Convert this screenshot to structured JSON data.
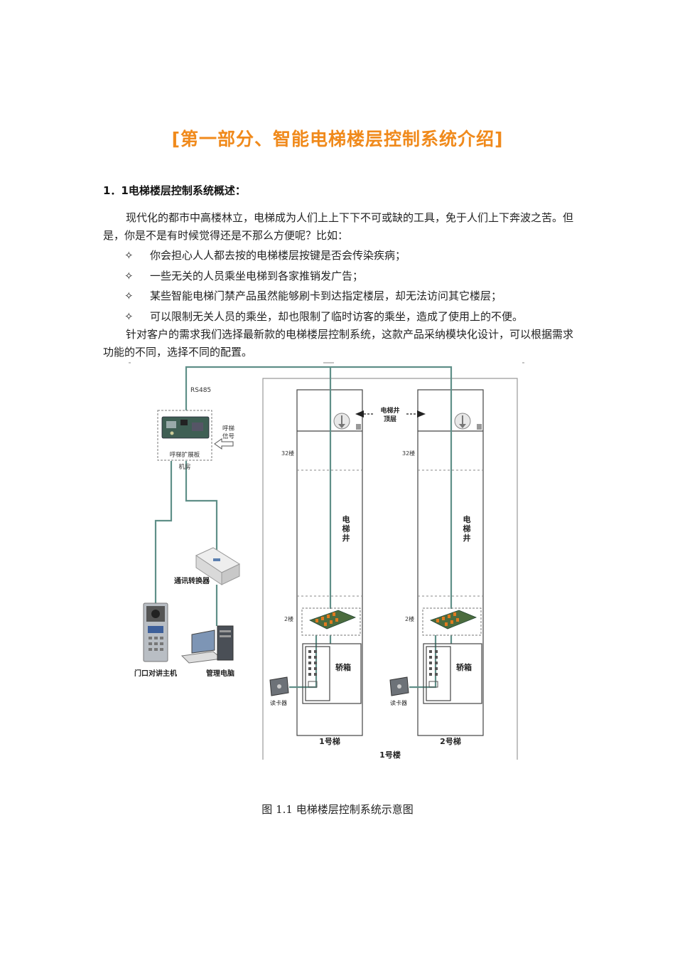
{
  "title": "[第一部分、智能电梯楼层控制系统介绍]",
  "section_heading": "1．1电梯楼层控制系统概述：",
  "intro_paragraph": "现代化的都市中高楼林立，电梯成为人们上上下下不可或缺的工具，免于人们上下奔波之苦。但是，你是不是有时候觉得还是不那么方便呢？比如：",
  "bullet_mark": "✧",
  "bullets": [
    "你会担心人人都去按的电梯楼层按键是否会传染疾病；",
    "一些无关的人员乘坐电梯到各家推销发广告；",
    "某些智能电梯门禁产品虽然能够刷卡到达指定楼层，却无法访问其它楼层；",
    "可以限制无关人员的乘坐，却也限制了临时访客的乘坐，造成了使用上的不便。"
  ],
  "closing_paragraph": "针对客户的需求我们选择最新款的电梯楼层控制系统，这款产品采纳模块化设计，可以根据需求功能的不同，选择不同的配置。",
  "diagram": {
    "rs485": "RS485",
    "call_signal_line1": "呼梯",
    "call_signal_line2": "信号",
    "expansion_board": "呼梯扩展板",
    "machine_room": "机房",
    "converter": "通讯转换器",
    "door_intercom": "门口对讲主机",
    "management_pc": "管理电脑",
    "shaft_top_line1": "电梯井",
    "shaft_top_line2": "顶层",
    "floor_32": "32楼",
    "floor_2": "2楼",
    "shaft_char1": "电",
    "shaft_char2": "梯",
    "shaft_char3": "井",
    "car": "轿箱",
    "card_reader": "读卡器",
    "elevator_1": "1号梯",
    "elevator_2": "2号梯",
    "building": "1号楼"
  },
  "caption": "图 1.1  电梯楼层控制系统示意图"
}
